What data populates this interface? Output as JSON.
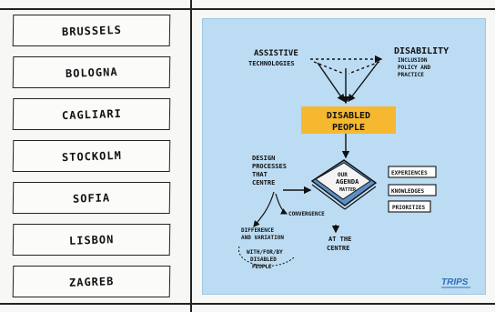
{
  "cities": [
    {
      "label": "BRUSSELS"
    },
    {
      "label": "BOLOGNA"
    },
    {
      "label": "CAGLIARI"
    },
    {
      "label": "STOCKOLM"
    },
    {
      "label": "SOFIA"
    },
    {
      "label": "LISBON"
    },
    {
      "label": "ZAGREB"
    }
  ],
  "poster": {
    "assistive_line1": "ASSISTIVE",
    "assistive_line2": "TECHNOLOGIES",
    "disability_line1": "DISABILITY",
    "disability_line2": "INCLUSION",
    "disability_line3": "POLICY AND",
    "disability_line4": "PRACTICE",
    "disabled_line1": "DISABLED",
    "disabled_line2": "PEOPLE",
    "design_line1": "DESIGN",
    "design_line2": "PROCESSES",
    "design_line3": "THAT",
    "design_line4": "CENTRE",
    "book_line1": "OUR",
    "book_line2": "AGENDA",
    "book_line3": "MATTER",
    "experiences": "EXPERIENCES",
    "knowledges": "KNOWLEDGES",
    "priorities": "PRIORITIES",
    "convergence": "CONVERGENCE",
    "difference_line1": "DIFFERENCE",
    "difference_line2": "AND VARIATION",
    "with_line1": "WITH/FOR/BY",
    "with_line2": "DISABLED",
    "with_line3": "PEOPLE",
    "centre_line1": "AT THE",
    "centre_line2": "CENTRE",
    "logo": "TRIPS"
  },
  "colors": {
    "poster_bg": "#bcdcf3",
    "highlight": "#f5b82e",
    "book": "#5d8fc6",
    "logo": "#2f6fb7"
  }
}
